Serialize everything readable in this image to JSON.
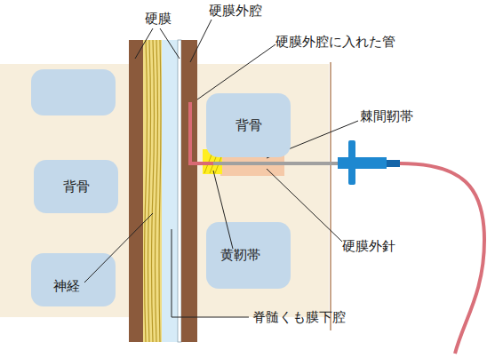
{
  "diagram": {
    "nodes": [
      {
        "text": [
          "背骨"
        ]
      },
      {
        "text": [
          "背骨"
        ]
      }
    ],
    "labels": [
      "硬膜",
      "硬膜外腔",
      "硬膜外腔に入れた管",
      "棘間靭帯",
      "黄靭帯",
      "硬膜外針",
      "神経",
      "脊髄くも膜下腔"
    ]
  }
}
